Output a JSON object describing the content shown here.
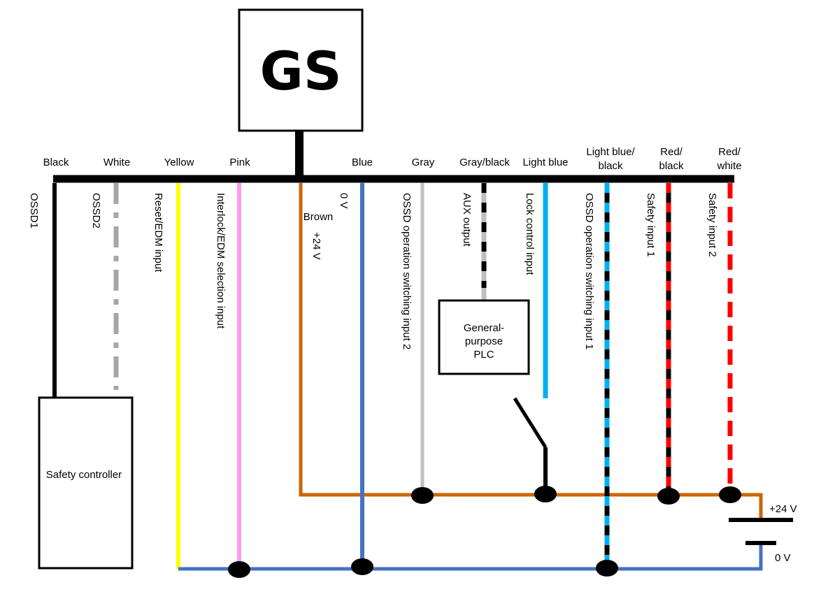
{
  "device": {
    "name": "GS"
  },
  "wires": [
    {
      "id": "black",
      "color_name": "Black",
      "function": "OSSD1",
      "hex": "#000000",
      "stripe": null
    },
    {
      "id": "white",
      "color_name": "White",
      "function": "OSSD2",
      "hex": "#a6a6a6",
      "stripe": null
    },
    {
      "id": "yellow",
      "color_name": "Yellow",
      "function": "Reset/EDM input",
      "hex": "#ffff00",
      "stripe": null
    },
    {
      "id": "pink",
      "color_name": "Pink",
      "function": "Interlock/EDM selection input",
      "hex": "#ff99ee",
      "stripe": null
    },
    {
      "id": "brown",
      "color_name": "Brown",
      "function": "+24 V",
      "hex": "#cc6600",
      "stripe": null
    },
    {
      "id": "blue",
      "color_name": "Blue",
      "function": "0 V",
      "hex": "#4472c4",
      "stripe": null
    },
    {
      "id": "gray",
      "color_name": "Gray",
      "function": "OSSD operation switching input 2",
      "hex": "#bfbfbf",
      "stripe": null
    },
    {
      "id": "gray-black",
      "color_name": "Gray/black",
      "function": "AUX output",
      "hex": "#bfbfbf",
      "stripe": "#000000"
    },
    {
      "id": "light-blue",
      "color_name": "Light blue",
      "function": "Lock control input",
      "hex": "#00b0f0",
      "stripe": null
    },
    {
      "id": "light-blue-black",
      "color_name": "Light blue/\nblack",
      "function": "OSSD operation switching input 1",
      "hex": "#00b0f0",
      "stripe": "#000000"
    },
    {
      "id": "red-black",
      "color_name": "Red/\nblack",
      "function": "Safety input 1",
      "hex": "#ff0000",
      "stripe": "#000000"
    },
    {
      "id": "red-white",
      "color_name": "Red/\nwhite",
      "function": "Safety input 2",
      "hex": "#ff0000",
      "stripe": "#ffffff"
    }
  ],
  "components": {
    "safety_controller": "Safety controller",
    "plc": "General-\npurpose\nPLC"
  },
  "power_supply": {
    "positive": "+24 V",
    "negative": "0 V"
  }
}
